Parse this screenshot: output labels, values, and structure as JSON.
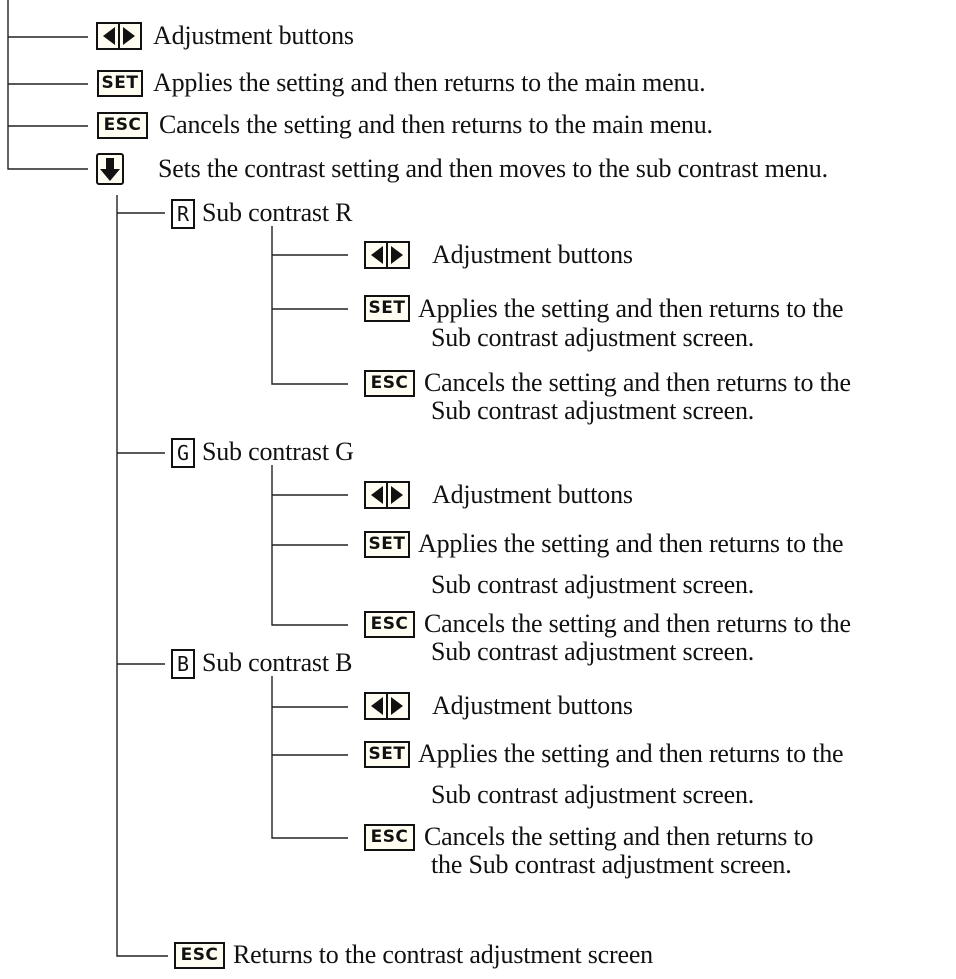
{
  "top": {
    "adjust_label": "Adjustment buttons",
    "set_key": "SET",
    "set_text": "Applies the setting and then returns to the main menu.",
    "esc_key": "ESC",
    "esc_text": "Cancels the setting and then returns to the main menu.",
    "down_text": "Sets the contrast setting and then moves to the sub contrast menu."
  },
  "sub_r": {
    "letter": "R",
    "title": "Sub contrast R",
    "adjust_label": "Adjustment buttons",
    "set_key": "SET",
    "set_line1": "Applies the setting and then returns to the",
    "set_line2": "Sub contrast adjustment screen.",
    "esc_key": "ESC",
    "esc_line1": "Cancels the setting and then returns to the",
    "esc_line2": "Sub contrast adjustment screen."
  },
  "sub_g": {
    "letter": "G",
    "title": "Sub contrast G",
    "adjust_label": "Adjustment buttons",
    "set_key": "SET",
    "set_line1": "Applies the setting and then returns to the",
    "set_line2": "Sub contrast adjustment screen.",
    "esc_key": "ESC",
    "esc_line1": "Cancels the setting and then returns to the",
    "esc_line2": "Sub contrast adjustment screen."
  },
  "sub_b": {
    "letter": "B",
    "title": "Sub contrast B",
    "adjust_label": "Adjustment buttons",
    "set_key": "SET",
    "set_line1": "Applies the setting and then returns to the",
    "set_line2": "Sub contrast adjustment screen.",
    "esc_key": "ESC",
    "esc_line1": "Cancels the setting and then returns to",
    "esc_line2": "the Sub contrast adjustment screen."
  },
  "bottom": {
    "esc_key": "ESC",
    "esc_text": "Returns to the contrast adjustment screen"
  },
  "icons": {
    "adjust": "left-right-triangle-icon",
    "down": "down-arrow-icon",
    "set": "set-key-icon",
    "esc": "esc-key-icon"
  }
}
